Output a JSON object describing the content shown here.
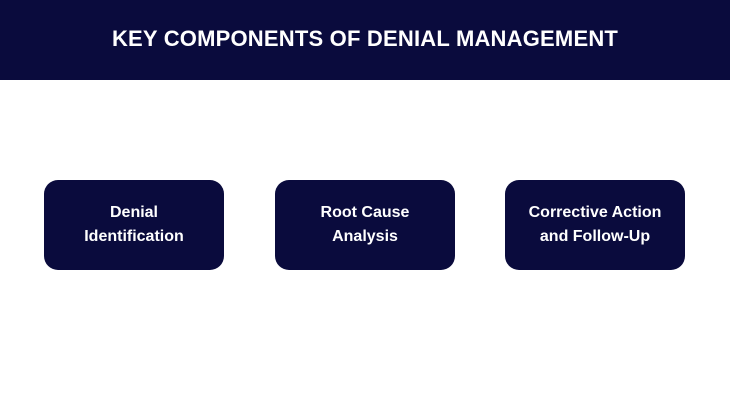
{
  "header": {
    "title": "KEY COMPONENTS OF DENIAL MANAGEMENT"
  },
  "components": [
    {
      "lines": [
        "Denial",
        "Identification"
      ]
    },
    {
      "lines": [
        "Root Cause",
        "Analysis"
      ]
    },
    {
      "lines": [
        "Corrective Action",
        "and Follow-Up"
      ]
    }
  ],
  "colors": {
    "primary": "#0a0b3d",
    "text_on_primary": "#ffffff",
    "background": "#ffffff"
  }
}
